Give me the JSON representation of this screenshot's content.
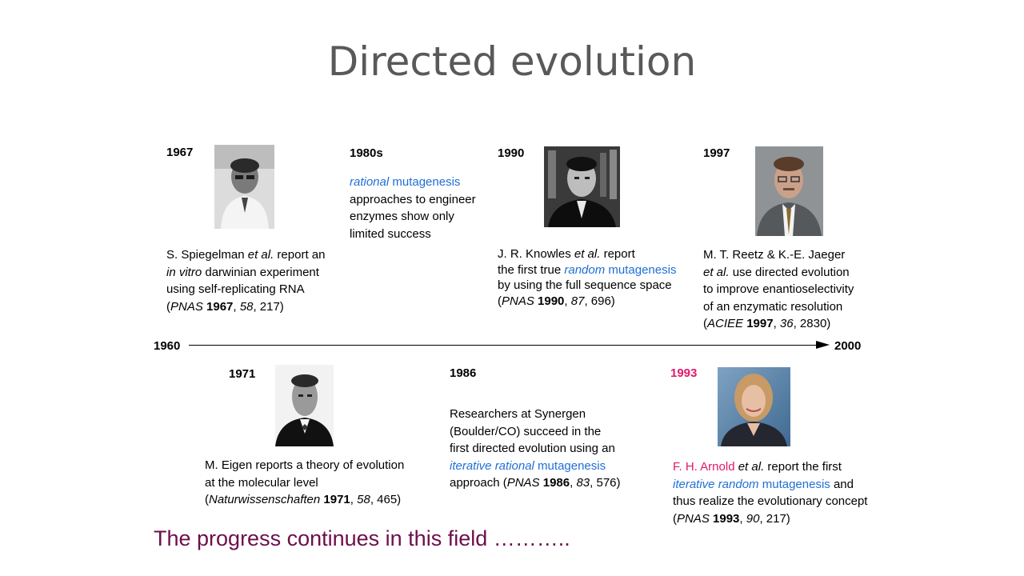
{
  "title": "Directed evolution",
  "axis": {
    "start": "1960",
    "end": "2000"
  },
  "events": {
    "e1967": {
      "year": "1967",
      "photo": "portrait-spiegelman",
      "l1": [
        "S. Spiegelman ",
        "et al.",
        " report an"
      ],
      "l2": [
        "in vitro",
        " darwinian experiment"
      ],
      "l3": "using self-replicating RNA",
      "l4": [
        "(",
        "PNAS",
        " ",
        "1967",
        ", ",
        "58",
        ", 217)"
      ]
    },
    "e1980s": {
      "year": "1980s",
      "l1": [
        "rational",
        " mutagenesis"
      ],
      "l2": "approaches to engineer",
      "l3": "enzymes show only",
      "l4": "limited success"
    },
    "e1990": {
      "year": "1990",
      "photo": "portrait-knowles",
      "l1": [
        "J. R. Knowles ",
        "et al.",
        " report"
      ],
      "l2": [
        "the first true ",
        "random",
        " mutagenesis"
      ],
      "l3": "by using the full sequence space",
      "l4": [
        "(",
        "PNAS",
        " ",
        "1990",
        ", ",
        "87",
        ", 696)"
      ]
    },
    "e1997": {
      "year": "1997",
      "photo": "portrait-reetz",
      "l1": "M. T. Reetz & K.-E. Jaeger",
      "l2": [
        "et al.",
        " use directed evolution"
      ],
      "l3": "to improve enantioselectivity",
      "l4": "of an enzymatic resolution",
      "l5": [
        "(",
        "ACIEE",
        " ",
        "1997",
        ", ",
        "36",
        ", 2830)"
      ]
    },
    "e1971": {
      "year": "1971",
      "photo": "portrait-eigen",
      "l1": "M. Eigen reports a theory of evolution",
      "l2": "at the molecular level",
      "l3": [
        "(",
        "Naturwissenschaften",
        " ",
        "1971",
        ", ",
        "58",
        ", 465)"
      ]
    },
    "e1986": {
      "year": "1986",
      "l1": "Researchers at Synergen",
      "l2": "(Boulder/CO) succeed in the",
      "l3": "first directed evolution using an",
      "l4": [
        "iterative rational",
        " mutagenesis"
      ],
      "l5": [
        "approach (",
        "PNAS",
        " ",
        "1986",
        ", ",
        "83",
        ", 576)"
      ]
    },
    "e1993": {
      "year": "1993",
      "photo": "portrait-arnold",
      "l1": [
        "F. H. Arnold",
        " ",
        "et al.",
        " report the first"
      ],
      "l2": [
        "iterative random",
        " mutagenesis",
        " and"
      ],
      "l3": "thus realize the evolutionary concept",
      "l4": [
        "(",
        "PNAS",
        " ",
        "1993",
        ", ",
        "90",
        ", 217)"
      ]
    }
  },
  "footer": "The progress continues in this field ………..",
  "colors": {
    "title": "#595959",
    "accent_blue": "#1f6fd6",
    "accent_pink": "#e0186c",
    "footer": "#6e0e4b"
  }
}
